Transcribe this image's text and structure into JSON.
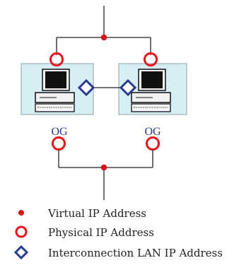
{
  "colors": {
    "line": "#222222",
    "virtual_dot": "#d9141c",
    "physical_ring": "#e8121c",
    "interconnect": "#2b3a8f",
    "node_box_fill": "#d6eef4",
    "node_box_border": "#8aa3ad",
    "og_text": "#2b3a8f"
  },
  "nodes": [
    {
      "og_label": "OG"
    },
    {
      "og_label": "OG"
    }
  ],
  "legend": [
    {
      "marker": "virtual-ip-dot",
      "label": "Virtual IP Address"
    },
    {
      "marker": "physical-ip-ring",
      "label": "Physical IP Address"
    },
    {
      "marker": "interconnect-diamond",
      "label": "Interconnection LAN IP Address"
    }
  ]
}
